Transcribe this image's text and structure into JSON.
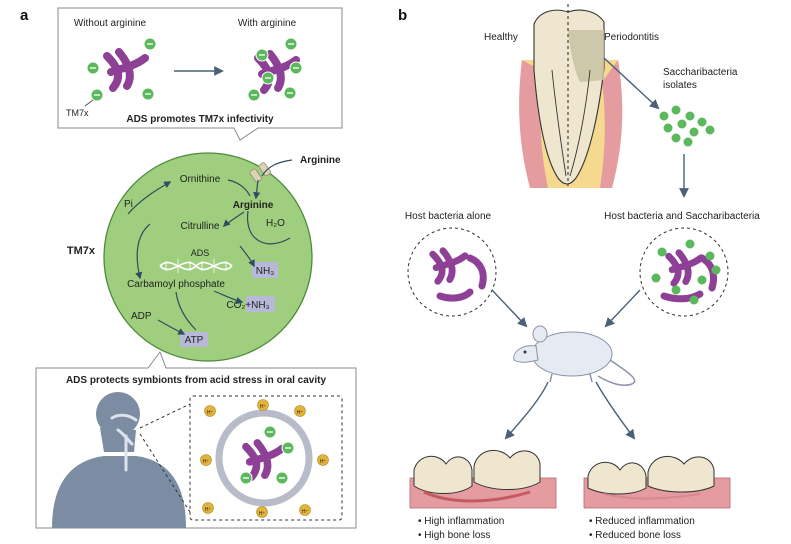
{
  "panel_a": {
    "letter": "a",
    "top_box": {
      "left_label": "Without arginine",
      "right_label": "With arginine",
      "tm7x_label": "TM7x",
      "caption": "ADS promotes TM7x infectivity"
    },
    "cell": {
      "side_label": "TM7x",
      "arginine_outside": "Arginine",
      "ornithine": "Ornithine",
      "arginine_inside": "Arginine",
      "pi": "Pi",
      "citrulline": "Citrulline",
      "h2o": "H₂O",
      "ads": "ADS",
      "nh3_a": "NH₃",
      "carbamoyl": "Carbamoyl phosphate",
      "co2_nh3": "CO₂+NH₃",
      "adp": "ADP",
      "atp": "ATP"
    },
    "bottom_box": {
      "caption": "ADS protects symbionts from acid stress in oral cavity",
      "proton": "H⁺"
    }
  },
  "panel_b": {
    "letter": "b",
    "healthy": "Healthy",
    "periodontitis": "Periodontitis",
    "isolates_line1": "Saccharibacteria",
    "isolates_line2": "isolates",
    "host_alone": "Host bacteria alone",
    "host_plus": "Host bacteria and Saccharibacteria",
    "left_outcome": [
      "High inflammation",
      "High bone loss"
    ],
    "right_outcome": [
      "Reduced inflammation",
      "Reduced bone loss"
    ]
  },
  "colors": {
    "cell_green": "#9fcf7e",
    "purple": "#8e3f96",
    "tm7x_green": "#5cb85c",
    "arrow_blue": "#4a6178",
    "gum_pink": "#e59ca0",
    "proton_yellow": "#e3b43c",
    "box_grey": "#8a8a8a",
    "tooth_cream": "#efe6cf"
  }
}
